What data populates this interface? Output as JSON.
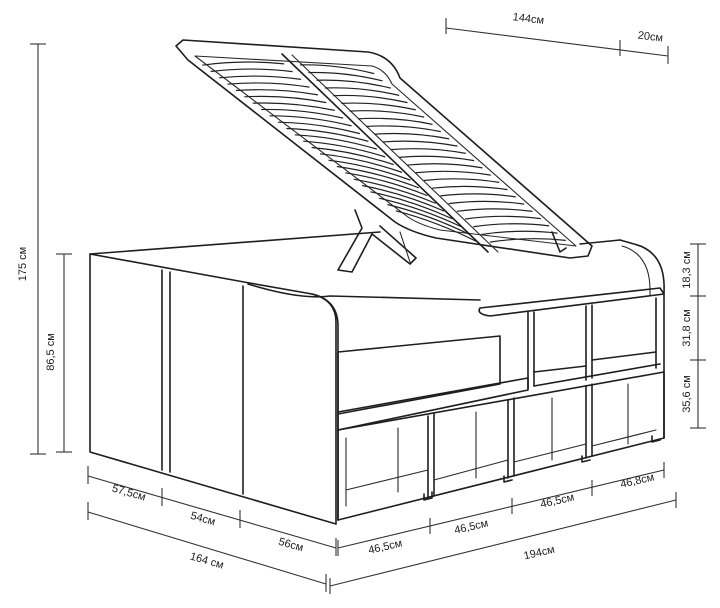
{
  "dimensions": {
    "height_total": "175 см",
    "height_body": "86,5 см",
    "width_top": "144см",
    "width_top_ext": "20см",
    "shelf_top": "18,3 см",
    "shelf_mid": "31,8 см",
    "shelf_bottom": "35,6 см",
    "side_a": "57,5см",
    "side_b": "54см",
    "side_c": "56см",
    "depth_total": "164 см",
    "front_1": "46,5см",
    "front_2": "46,5см",
    "front_3": "46,5см",
    "front_4": "46,8см",
    "length_total": "194см"
  },
  "colors": {
    "line": "#1e1e1e",
    "background": "#ffffff"
  }
}
